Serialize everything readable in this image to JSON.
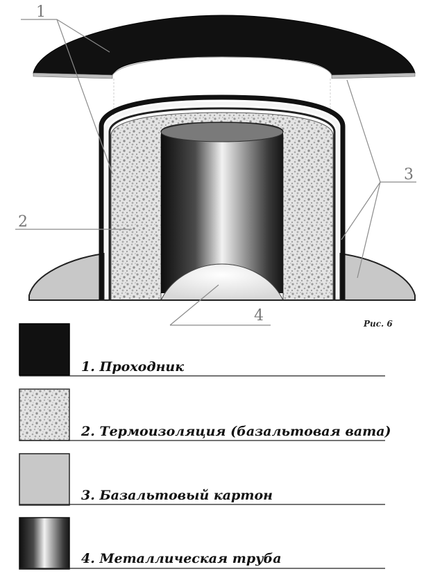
{
  "figure": {
    "caption": "Рис. 6",
    "callouts": [
      {
        "id": "1",
        "label": "1"
      },
      {
        "id": "2",
        "label": "2"
      },
      {
        "id": "3",
        "label": "3"
      },
      {
        "id": "4",
        "label": "4"
      }
    ]
  },
  "legend": [
    {
      "label": "1. Проходник",
      "swatch": "solid-black"
    },
    {
      "label": "2. Термоизоляция (базальтовая вата)",
      "swatch": "speckled-insulation"
    },
    {
      "label": "3. Базальтовый картон",
      "swatch": "light-gray"
    },
    {
      "label": "4. Металлическая труба",
      "swatch": "metal-gradient"
    }
  ],
  "colors": {
    "passage": "#111111",
    "cardboard": "#c8c8c8",
    "insulation_base": "#e2e2e2",
    "line": "#888888"
  }
}
